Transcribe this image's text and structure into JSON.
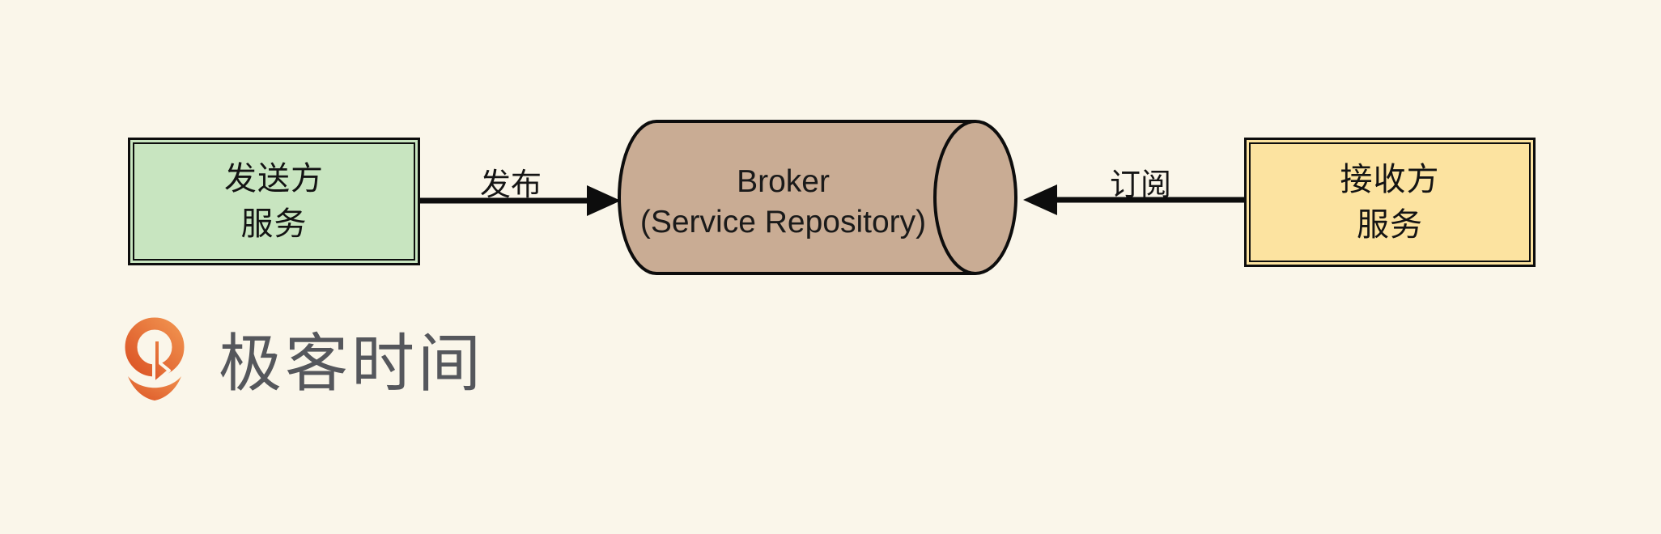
{
  "diagram": {
    "background": "#faf6ea",
    "line_color": "#0d0d0d",
    "nodes": {
      "sender": {
        "lines": [
          "发送方",
          "服务"
        ],
        "fill": "#c8e5c0"
      },
      "broker": {
        "lines": [
          "Broker",
          "(Service Repository)"
        ],
        "fill": "#c9ac94"
      },
      "receiver": {
        "lines": [
          "接收方",
          "服务"
        ],
        "fill": "#fce3a0"
      }
    },
    "edges": {
      "publish": {
        "label": "发布",
        "direction": "left-to-right"
      },
      "subscribe": {
        "label": "订阅",
        "direction": "right-to-left"
      }
    }
  },
  "logo": {
    "text": "极客时间",
    "text_color": "#55575c",
    "orange_gradient_start": "#f0914e",
    "orange_gradient_end": "#dc5526"
  }
}
